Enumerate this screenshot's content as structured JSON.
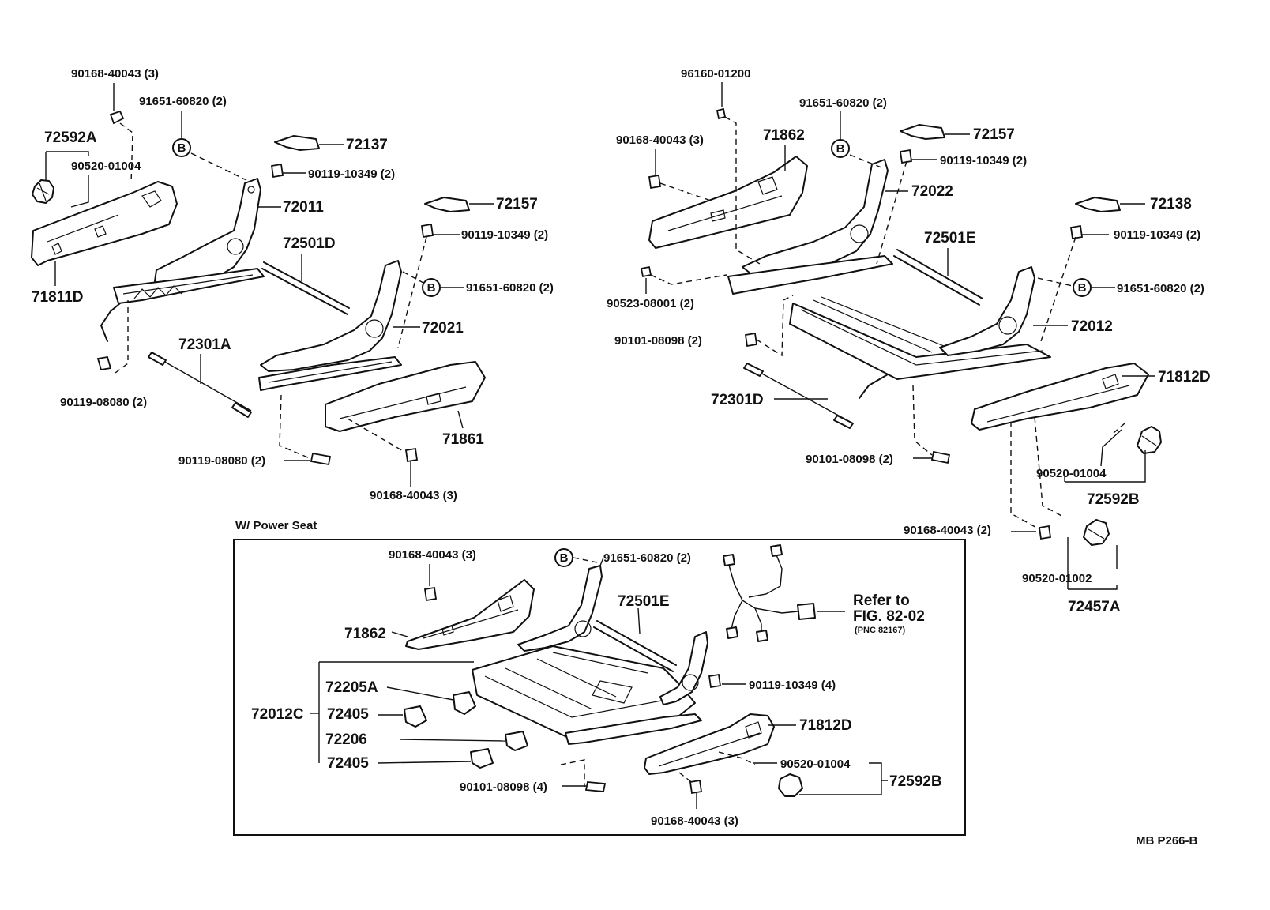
{
  "labels": {
    "l90168_40043_3_a": "90168-40043 (3)",
    "l91651_60820_2_a": "91651-60820 (2)",
    "l72592A": "72592A",
    "l90520_01004_a": "90520-01004",
    "l72137": "72137",
    "l90119_10349_2_a": "90119-10349 (2)",
    "l72011": "72011",
    "l72157_a": "72157",
    "l72501D": "72501D",
    "l90119_10349_2_b": "90119-10349 (2)",
    "l71811D": "71811D",
    "l91651_60820_2_b": "91651-60820 (2)",
    "l72021": "72021",
    "l72301A": "72301A",
    "l90119_08080_2_a": "90119-08080 (2)",
    "l71861": "71861",
    "l90119_08080_2_b": "90119-08080 (2)",
    "l90168_40043_3_b": "90168-40043 (3)",
    "l96160_01200": "96160-01200",
    "l91651_60820_2_c": "91651-60820 (2)",
    "l72157_b": "72157",
    "l90168_40043_3_c": "90168-40043 (3)",
    "l71862_a": "71862",
    "l90119_10349_2_c": "90119-10349 (2)",
    "l72022": "72022",
    "l72138": "72138",
    "l72501E_a": "72501E",
    "l90119_10349_2_d": "90119-10349 (2)",
    "l90523_08001_2": "90523-08001 (2)",
    "l91651_60820_2_d": "91651-60820 (2)",
    "l72012": "72012",
    "l90101_08098_2_a": "90101-08098 (2)",
    "l71812D_a": "71812D",
    "l72301D": "72301D",
    "l90101_08098_2_b": "90101-08098 (2)",
    "l90520_01004_b": "90520-01004",
    "l72592B_a": "72592B",
    "l90168_40043_2": "90168-40043 (2)",
    "l90520_01002": "90520-01002",
    "l72457A": "72457A",
    "l90168_40043_3_d": "90168-40043 (3)",
    "l91651_60820_2_e": "91651-60820 (2)",
    "l72501E_b": "72501E",
    "l71862_b": "71862",
    "l72205A": "72205A",
    "l90119_10349_4": "90119-10349 (4)",
    "l72012C": "72012C",
    "l72405_a": "72405",
    "l71812D_b": "71812D",
    "l72206": "72206",
    "l72405_b": "72405",
    "l90520_01004_c": "90520-01004",
    "l72592B_b": "72592B",
    "l90101_08098_4": "90101-08098 (4)",
    "l90168_40043_3_e": "90168-40043 (3)"
  },
  "power_seat_title": "W/ Power Seat",
  "refer_line1": "Refer to",
  "refer_line2": "FIG. 82-02",
  "refer_line3": "(PNC 82167)",
  "b_marker": "B",
  "figure_code": "MB  P266-B"
}
